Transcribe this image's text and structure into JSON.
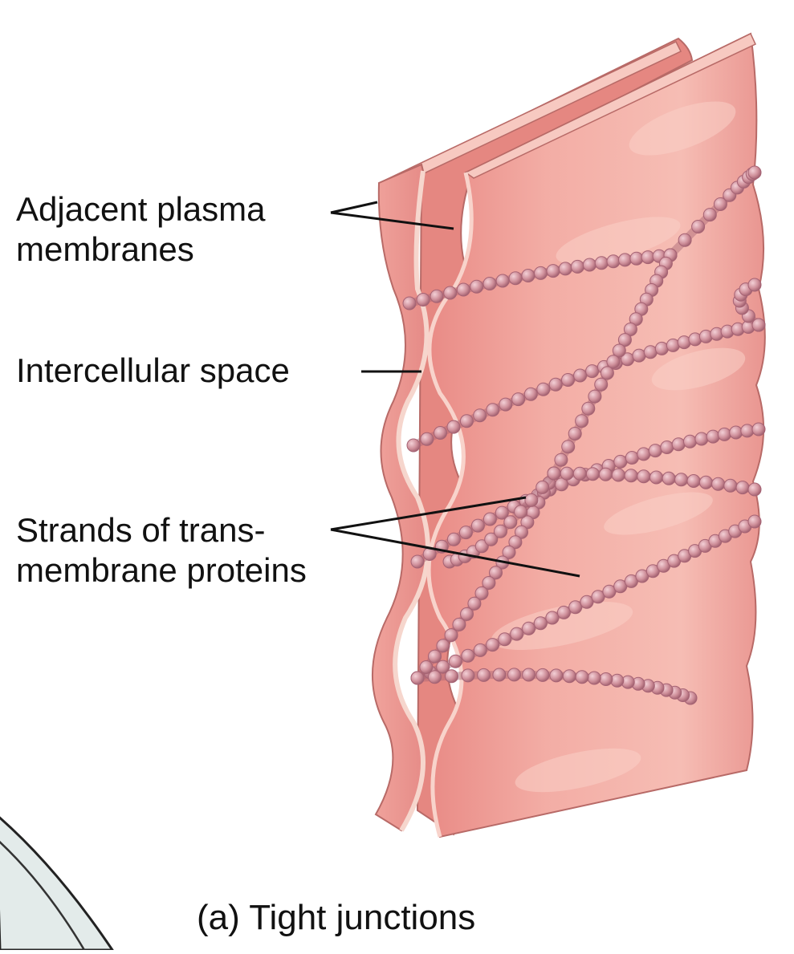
{
  "labels": {
    "adjacent_line1": "Adjacent plasma",
    "adjacent_line2": "membranes",
    "intercellular": "Intercellular space",
    "strands_line1": "Strands of trans-",
    "strands_line2": "membrane proteins"
  },
  "caption": "(a) Tight junctions",
  "colors": {
    "membrane": "#f2a7a0",
    "membrane_light": "#f7c6bd",
    "membrane_dark": "#d97f7a",
    "edge": "#b86a67",
    "protein": "#cf8f9a",
    "protein_dark": "#a66374",
    "cell_bg": "#e7eeec"
  }
}
